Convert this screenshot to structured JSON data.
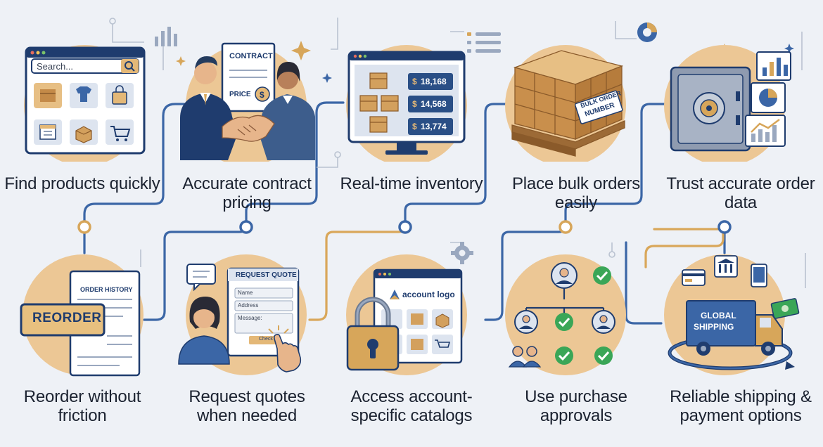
{
  "colors": {
    "background": "#eef1f6",
    "circle": "#ecc795",
    "navy": "#1f3c6e",
    "connector": "#3b66a6",
    "gold": "#d7a65a",
    "check": "#3aa657"
  },
  "tiles": [
    {
      "id": "find-products",
      "label": "Find products quickly",
      "search_placeholder": "Search...",
      "icons": [
        "box-icon",
        "shirt-icon",
        "bag-icon",
        "calendar-icon",
        "open-box-icon",
        "cart-icon"
      ]
    },
    {
      "id": "contract-pricing",
      "label": "Accurate contract pricing",
      "doc_title": "CONTRACT",
      "doc_price": "PRICE"
    },
    {
      "id": "inventory",
      "label": "Real-time inventory",
      "stock_values": [
        "18,168",
        "14,568",
        "13,774"
      ],
      "currency": "$"
    },
    {
      "id": "bulk-orders",
      "label": "Place bulk orders easily",
      "box_label_line1": "BULK ORDER",
      "box_label_line2": "NUMBER"
    },
    {
      "id": "order-data",
      "label": "Trust accurate order data"
    },
    {
      "id": "reorder",
      "label": "Reorder without friction",
      "history_title": "ORDER HISTORY",
      "button_label": "REORDER"
    },
    {
      "id": "quotes",
      "label": "Request quotes when needed",
      "form_title": "REQUEST QUOTE",
      "field_name": "Name",
      "field_address": "Address",
      "field_message": "Message:",
      "submit_label": "Check"
    },
    {
      "id": "catalogs",
      "label": "Access account-specific catalogs",
      "account_label": "account logo"
    },
    {
      "id": "approvals",
      "label": "Use purchase approvals"
    },
    {
      "id": "shipping",
      "label": "Reliable shipping & payment options",
      "truck_label_line1": "GLOBAL",
      "truck_label_line2": "SHIPPING"
    }
  ]
}
